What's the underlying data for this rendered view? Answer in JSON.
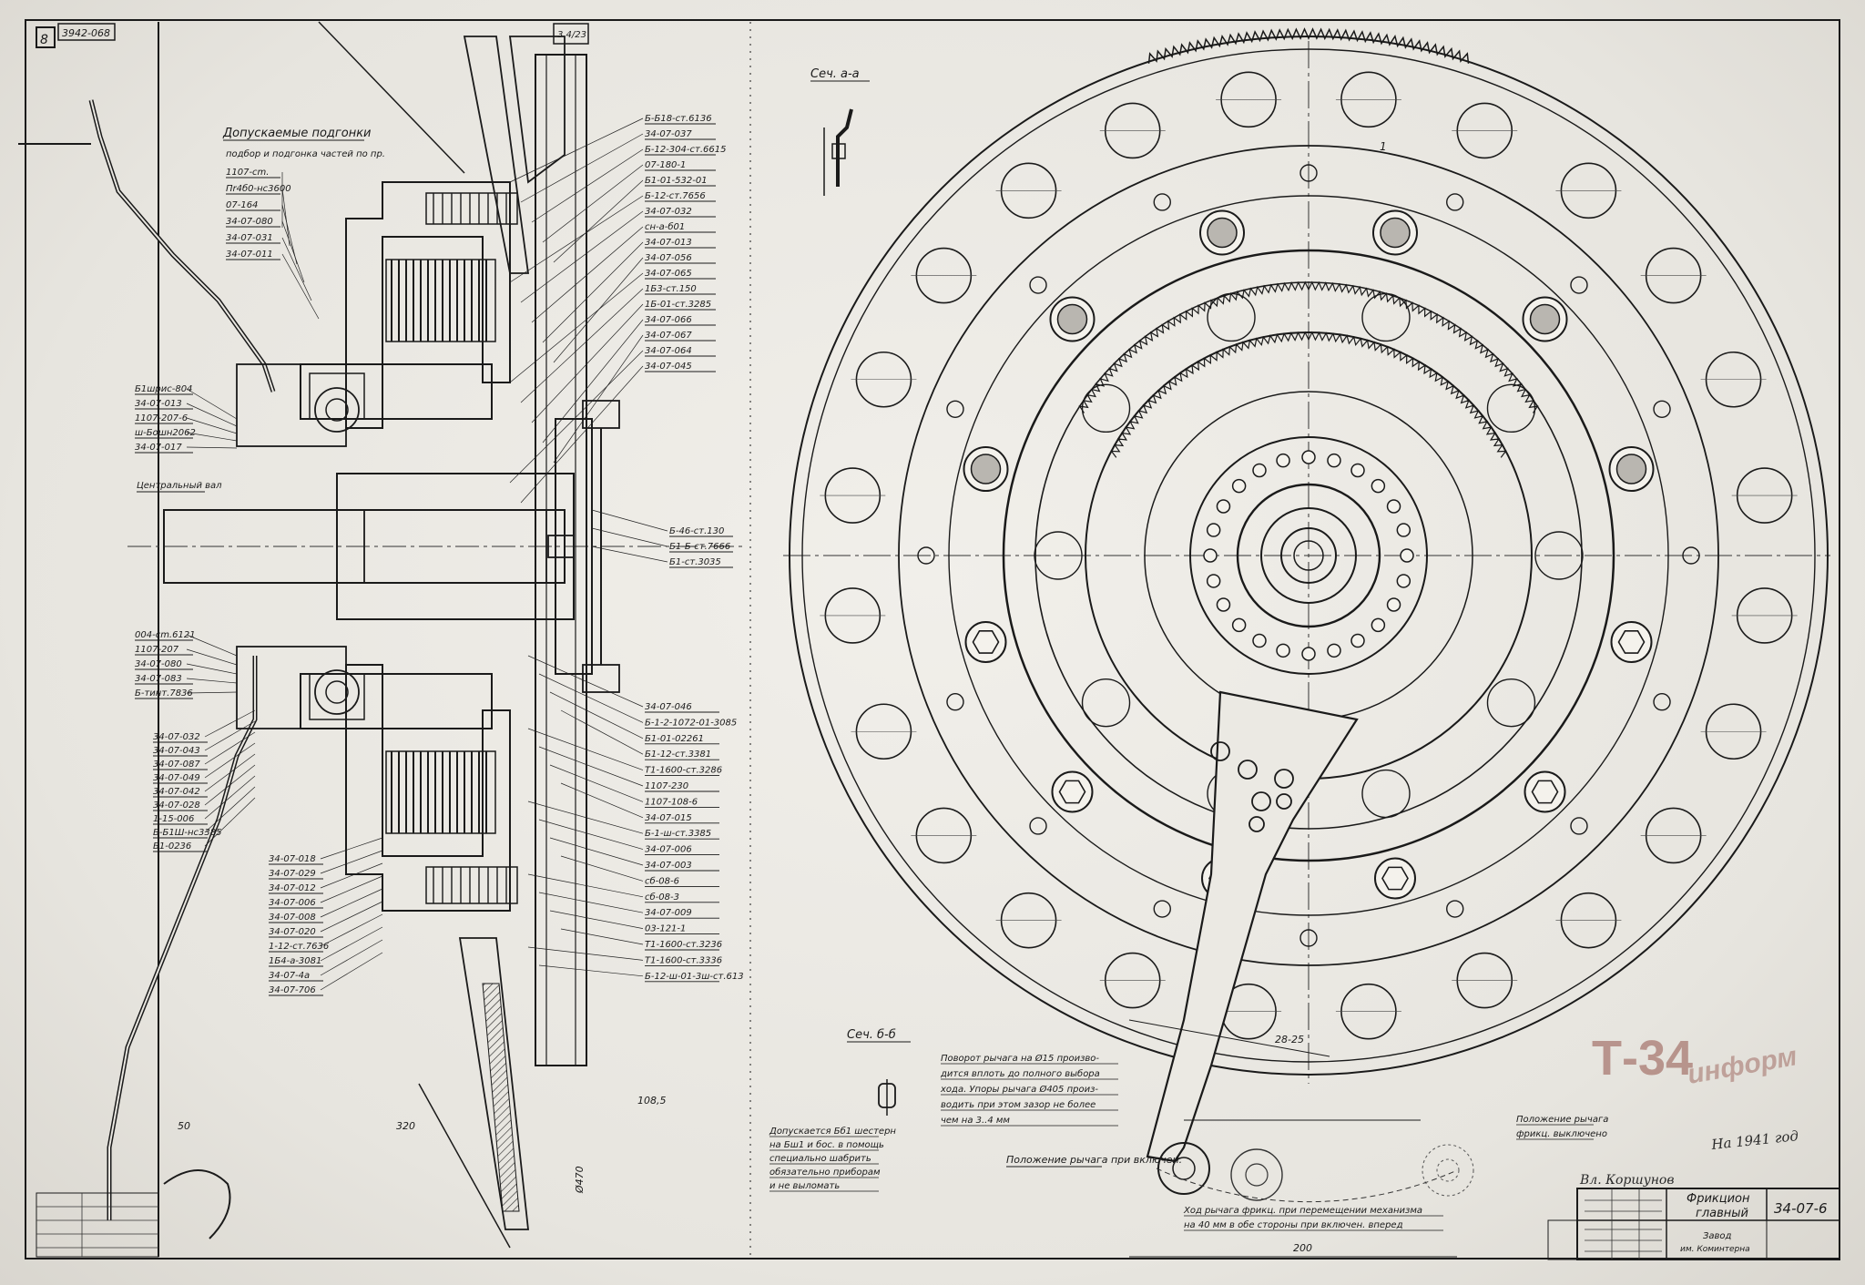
{
  "sheet": {
    "corner_stamp": "3942-068",
    "corner_mark": "8",
    "top_stamp": "3 4/23"
  },
  "left_top_note": {
    "title": "Допускаемые подгонки",
    "subtitle": "подбор и подгонка частей по пр."
  },
  "left_top_refs": [
    "1107-cm.",
    "Пr4б0-нс3600",
    "07-164",
    "34-07-080",
    "34-07-031",
    "34-07-011"
  ],
  "left_mid_refs": [
    "Б1шрис-804",
    "34-07-013",
    "1107-207-6",
    "ш-Бошн2062",
    "34-07-017"
  ],
  "left_shaft_label": "Центральный вал",
  "left_low_refs": [
    "004-cm.6121",
    "1107-207",
    "34-07-080",
    "34-07-083",
    "Б-тинт.7836"
  ],
  "left_col_refs": [
    "34-07-032",
    "34-07-043",
    "34-07-087",
    "34-07-049",
    "34-07-042",
    "34-07-028",
    "1-15-006",
    "Б-Б1Ш-нс3385",
    "Б1-0236"
  ],
  "left_bottom_refs": [
    "34-07-018",
    "34-07-029",
    "34-07-012",
    "34-07-006",
    "34-07-008",
    "34-07-020",
    "1-12-ст.7636",
    "1Б4-а-3081",
    "34-07-4а",
    "34-07-706"
  ],
  "right_callouts_top": [
    "Б-Б18-ст.6136",
    "34-07-037",
    "Б-12-304-ст.6615",
    "07-180-1",
    "Б1-01-532-01",
    "Б-12-ст.7656",
    "34-07-032",
    "сн-а-б01",
    "34-07-013",
    "34-07-056",
    "34-07-065",
    "1Б3-ст.150",
    "1Б-01-ст.3285",
    "34-07-066",
    "34-07-067",
    "34-07-064",
    "34-07-045"
  ],
  "right_callouts_mid": [
    "Б-46-ст.130",
    "Б1-Б-ст.7666",
    "Б1-ст.3035"
  ],
  "right_callouts_bottom": [
    "34-07-046",
    "Б-1-2-1072-01-3085",
    "Б1-01-02261",
    "Б1-12-ст.3381",
    "Т1-1600-ст.3286",
    "1107-230",
    "1107-108-6",
    "34-07-015",
    "Б-1-ш-ст.3385",
    "34-07-006",
    "34-07-003",
    "сб-08-6",
    "сб-08-3",
    "34-07-009",
    "03-121-1",
    "Т1-1600-ст.3236",
    "Т1-1600-ст.3336",
    "Б-12-ш-01-3ш-ст.613"
  ],
  "section_labels": {
    "a": "Сеч. а-а",
    "b": "Сеч. б-б"
  },
  "dims": [
    "50",
    "320",
    "108,5",
    "Ø470",
    "28-25",
    "200",
    "1"
  ],
  "notes": {
    "left_mid": [
      "Допускается Бб1 шестерн",
      "на Бш1 и бос. в помощь",
      "специально шабрить",
      "обязательно приборам",
      "и не выломать"
    ],
    "center": [
      "Поворот рычага на Ø15 произво-",
      "дится вплоть до полного выбора",
      "хода. Упоры рычага Ø405 произ-",
      "водить при этом зазор не более",
      "чем на 3..4 мм"
    ],
    "pos_on": "Положение рычага при включен.",
    "pos_off": [
      "Положение рычага",
      "фрикц. выключено"
    ],
    "bottom": [
      "Ход рычага фрикц. при перемещении механизма",
      "на 40 мм в обе стороны при включен. вперед"
    ]
  },
  "title_block": {
    "name_line1": "Фрикцион",
    "name_line2": "главный",
    "number": "34-07-6",
    "plant": "Завод",
    "plant_sub": "им. Коминтерна",
    "signature": "Вл. Коршунов",
    "date_note": "На 1941 год"
  },
  "watermark": {
    "main": "Т-34",
    "sub": "информ",
    "color": "#b0877f"
  }
}
